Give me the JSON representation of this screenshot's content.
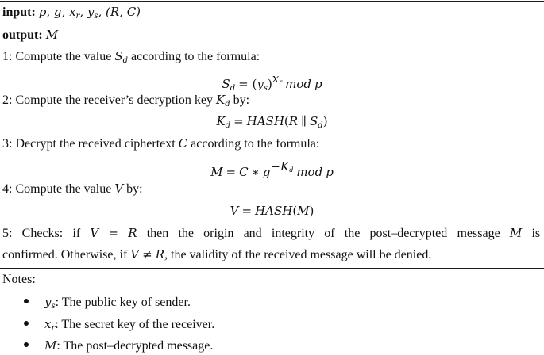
{
  "header": {
    "input_label": "input:",
    "input_params": "p, g, x_r, y_s, (R, C)",
    "output_label": "output:",
    "output_value": "M"
  },
  "steps": [
    {
      "number": "1:",
      "text": "Compute the value S_d according to the formula:",
      "formula": "S_d = (y_s)^(x_r) mod p"
    },
    {
      "number": "2:",
      "text": "Compute the receiver’s decryption key K_d by:",
      "formula": "K_d = HASH(R ∥ S_d)"
    },
    {
      "number": "3:",
      "text": "Decrypt the received ciphertext C according to the formula:",
      "formula": "M = C ∗ g^(−K_d) mod p"
    },
    {
      "number": "4:",
      "text": "Compute the value V by:",
      "formula": "V = HASH(M)"
    },
    {
      "number": "5:",
      "text": "Checks: if V = R then the origin and integrity of the post–decrypted message M is confirmed. Otherwise, if V ≠ R, the validity of the received message will be denied."
    }
  ],
  "notes": {
    "title": "Notes:",
    "items": [
      {
        "symbol": "y_s",
        "text": ": The public key of sender."
      },
      {
        "symbol": "x_r",
        "text": ": The secret key of the receiver."
      },
      {
        "symbol": "M",
        "text": ": The post–decrypted message."
      }
    ]
  },
  "t": {
    "compute_value": "Compute the value",
    "according_formula": "according to the formula:",
    "compute_key": "Compute the receiver’s decryption key",
    "by": "by:",
    "decrypt": "Decrypt the received ciphertext",
    "s5_checks": "Checks: if",
    "s5_then": "then the origin and integrity of the post–decrypted message",
    "s5_is": "is",
    "s5_confirmed": "confirmed. Otherwise, if",
    "s5_denied": ", the validity of the received message will be denied.",
    "hash": "HASH",
    "mod": "mod"
  }
}
